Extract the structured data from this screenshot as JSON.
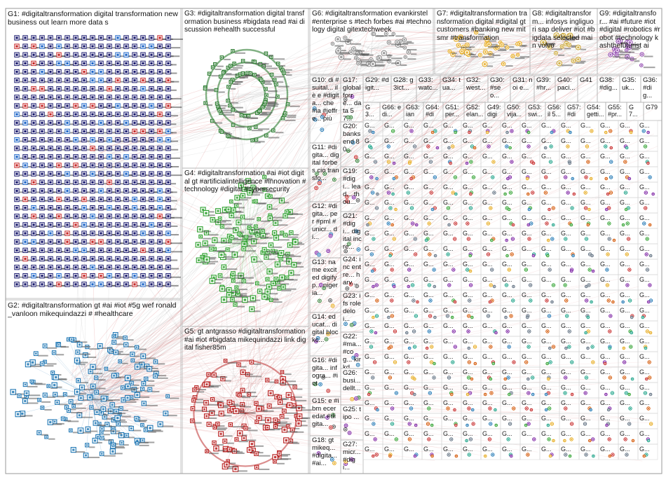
{
  "groups": [
    {
      "id": "G1",
      "label": "G1: #digitaltransformation digital transformation new business out learn more data s",
      "style": "grid",
      "color": "#1a1a6e"
    },
    {
      "id": "G2",
      "label": "G2: #digitaltransformation gt #ai #iot #5g wef ronald_vanloon mikequindazzi # #healthcare",
      "style": "cluster",
      "color": "#1f77b4"
    },
    {
      "id": "G3",
      "label": "G3: #digitaltransformation digital transformation business #bigdata read #ai discussion #ehealth successful",
      "style": "ring",
      "color": "#2e7d32"
    },
    {
      "id": "G4",
      "label": "G4: #digitaltransformation #ai #iot digital gt #artificialintelligence #innovation #technology #digital #cybersecurity",
      "style": "cluster",
      "color": "#2ca02c"
    },
    {
      "id": "G5",
      "label": "G5: gt antgrasso #digitaltransformation #ai #iot #bigdata mikequindazzi link digital fisher85m",
      "style": "cluster",
      "color": "#b71c1c"
    },
    {
      "id": "G6",
      "label": "G6: #digitaltransformation evankirstel #enterprise s #tech forbes #ai #technology digital gitextechweek",
      "style": "cluster",
      "color": "#9e9e9e"
    },
    {
      "id": "G7",
      "label": "G7: #digitaltransformation transformation digital #digital gt customers #banking new mitsmr #transformation",
      "style": "cluster",
      "color": "#e6a817"
    },
    {
      "id": "G8",
      "label": "G8: #digitaltransform... infosys ingliguori sap deliver #iot #bigdata selected main volvo",
      "style": "cluster",
      "color": "#c9a227"
    },
    {
      "id": "G9",
      "label": "G9: #digitaltransfor... #ai #future #iot #digital #robotics #robot #technology kashthefuturist ai",
      "style": "cluster",
      "color": "#8e44ad"
    },
    {
      "id": "G10",
      "label": "G10: di #suital... il è e #digita... che #ia #jeffre... più",
      "style": "cluster",
      "color": "#5d6d7e"
    },
    {
      "id": "G11",
      "label": "G11: #digita... digital forbes cio transfo...",
      "style": "cluster",
      "color": "#5d6d7e"
    },
    {
      "id": "G12",
      "label": "G12: #digita... per #pml #unicr... di...",
      "style": "cluster",
      "color": "#5d6d7e"
    },
    {
      "id": "G13",
      "label": "G13: name excited digifyp... nigeria...",
      "style": "cluster",
      "color": "#5d6d7e"
    },
    {
      "id": "G14",
      "label": "G14: educat... digital blockc...",
      "style": "cluster",
      "color": "#5d6d7e"
    },
    {
      "id": "G15",
      "label": "G15: e #ibm eceredat #digita...",
      "style": "cluster",
      "color": "#5d6d7e"
    },
    {
      "id": "G16",
      "label": "G16: #digita... infogra... #iot",
      "style": "cluster",
      "color": "#5d6d7e"
    },
    {
      "id": "G17",
      "label": "G17: global forre... data 57...",
      "style": "cluster",
      "color": "#5d6d7e"
    },
    {
      "id": "G18",
      "label": "G18: gt mikeq... #digita... #ai...",
      "style": "cluster",
      "color": "#5d6d7e"
    },
    {
      "id": "G19",
      "label": "G19: #digi... lead... thou...",
      "style": "cluster",
      "color": "#5d6d7e"
    },
    {
      "id": "G20",
      "label": "G20: banks end 80...",
      "style": "cluster",
      "color": "#5d6d7e"
    },
    {
      "id": "G21",
      "label": "G21: #digi... digital incre...",
      "style": "cluster",
      "color": "#5d6d7e"
    },
    {
      "id": "G22",
      "label": "G22: #ma... #cog... kirkd...",
      "style": "cluster",
      "color": "#5d6d7e"
    },
    {
      "id": "G23",
      "label": "G23: ifs role deloi...",
      "style": "cluster",
      "color": "#5d6d7e"
    },
    {
      "id": "G24",
      "label": "G24: inc entre... harv...",
      "style": "cluster",
      "color": "#5d6d7e"
    },
    {
      "id": "G25",
      "label": "G25: tipo ...",
      "style": "cluster",
      "color": "#5d6d7e"
    },
    {
      "id": "G26",
      "label": "G26: busi... dellt...",
      "style": "cluster",
      "color": "#5d6d7e"
    },
    {
      "id": "G27",
      "label": "G27: micr... #digi...",
      "style": "cluster",
      "color": "#5d6d7e"
    },
    {
      "id": "G28",
      "label": "G28: g3ict...",
      "style": "cluster",
      "color": "#5d6d7e"
    },
    {
      "id": "G29",
      "label": "G29: #digit...",
      "style": "cluster",
      "color": "#5d6d7e"
    },
    {
      "id": "G30",
      "label": "G30: #seo...",
      "style": "cluster",
      "color": "#5d6d7e"
    },
    {
      "id": "G31",
      "label": "G31: noi e...",
      "style": "cluster",
      "color": "#5d6d7e"
    },
    {
      "id": "G32",
      "label": "G32: west...",
      "style": "cluster",
      "color": "#5d6d7e"
    },
    {
      "id": "G33",
      "label": "G33: watc...",
      "style": "cluster",
      "color": "#5d6d7e"
    },
    {
      "id": "G34",
      "label": "G34: tua...",
      "style": "cluster",
      "color": "#5d6d7e"
    },
    {
      "id": "G35",
      "label": "G35: uk...",
      "style": "cluster",
      "color": "#5d6d7e"
    },
    {
      "id": "G36",
      "label": "G36: #dig...",
      "style": "cluster",
      "color": "#5d6d7e"
    },
    {
      "id": "G38",
      "label": "G38: #dig...",
      "style": "cluster",
      "color": "#5d6d7e"
    },
    {
      "id": "G39",
      "label": "G39: #hr...",
      "style": "cluster",
      "color": "#5d6d7e"
    },
    {
      "id": "G40",
      "label": "G40: paci...",
      "style": "cluster",
      "color": "#5d6d7e"
    },
    {
      "id": "G41",
      "label": "G41",
      "style": "cluster",
      "color": "#5d6d7e"
    }
  ],
  "small_groups": [
    {
      "id": "G3.",
      "label": "G3... #di... e..."
    },
    {
      "id": "G66",
      "label": "G66: e di..."
    },
    {
      "id": "G63",
      "label": "G63: iand..."
    },
    {
      "id": "G64",
      "label": "G64: #dig..."
    },
    {
      "id": "G51",
      "label": "G51: per..."
    },
    {
      "id": "G52",
      "label": "G52: elan..."
    },
    {
      "id": "G49",
      "label": "G49: digit..."
    },
    {
      "id": "G50",
      "label": "G50: vija..."
    },
    {
      "id": "G53",
      "label": "G53: swi..."
    },
    {
      "id": "G56",
      "label": "G56: il 5..."
    },
    {
      "id": "G57",
      "label": "G57: #dig..."
    },
    {
      "id": "G54",
      "label": "G54: getti..."
    },
    {
      "id": "G55",
      "label": "G55: #pr..."
    },
    {
      "id": "G7.",
      "label": "G7..."
    },
    {
      "id": "G79",
      "label": "G79"
    }
  ],
  "grid_cell_glyph": "G..."
}
